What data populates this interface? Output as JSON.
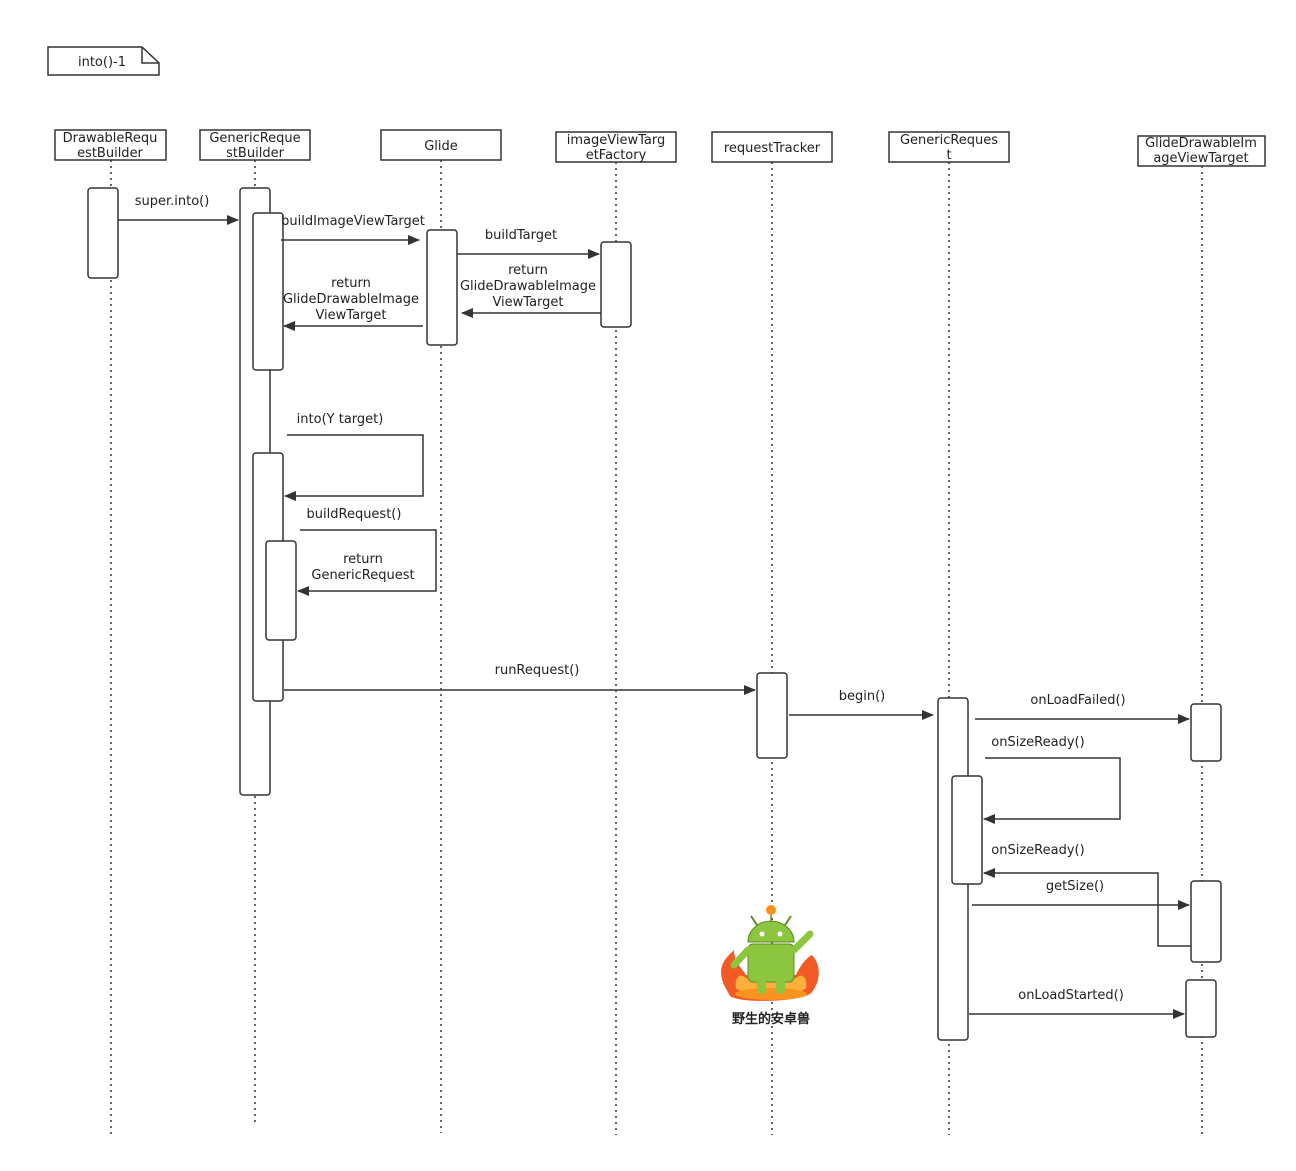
{
  "frame": {
    "label": "into()-1"
  },
  "participants": [
    {
      "line1": "DrawableRequ",
      "line2": "estBuilder"
    },
    {
      "line1": "GenericReque",
      "line2": "stBuilder"
    },
    {
      "line1": "Glide",
      "line2": ""
    },
    {
      "line1": "imageViewTarg",
      "line2": "etFactory"
    },
    {
      "line1": "requestTracker",
      "line2": ""
    },
    {
      "line1": "GenericReques",
      "line2": "t"
    },
    {
      "line1": "GlideDrawableIm",
      "line2": "ageViewTarget"
    }
  ],
  "messages": {
    "super_into": "super.into()",
    "build_image_view_target": "buildImageViewTarget",
    "build_target": "buildTarget",
    "return_factory": [
      "return",
      "GlideDrawableImage",
      "ViewTarget"
    ],
    "return_glide": [
      "return",
      "GlideDrawableImage",
      "ViewTarget"
    ],
    "into_target": "into(Y target)",
    "build_request": "buildRequest()",
    "return_generic_request": [
      "return",
      "GenericRequest"
    ],
    "run_request": "runRequest()",
    "begin": "begin()",
    "on_load_failed": "onLoadFailed()",
    "on_size_ready_1": "onSizeReady()",
    "on_size_ready_2": "onSizeReady()",
    "get_size": "getSize()",
    "on_load_started": "onLoadStarted()"
  },
  "watermark": {
    "text": "野生的安卓兽",
    "icon": "android-robot-fire-icon"
  },
  "colors": {
    "line": "#333333",
    "text": "#222222",
    "android_green": "#8cc63f",
    "fire": "#f15a24"
  }
}
